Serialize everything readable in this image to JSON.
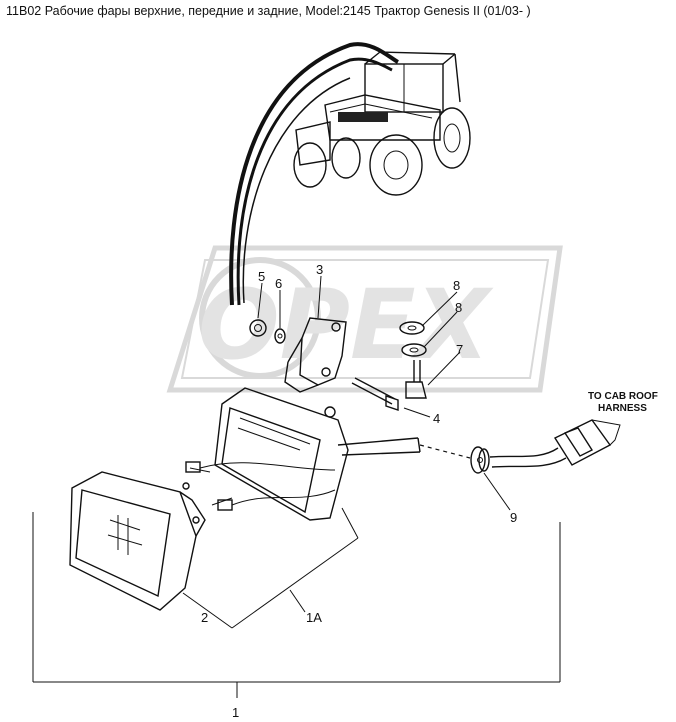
{
  "title": "11B02 Рабочие фары верхние, передние и задние, Model:2145 Трактор Genesis II (01/03- )",
  "watermark": "OPEX",
  "callouts": {
    "c1": "1",
    "c1A": "1A",
    "c2": "2",
    "c3": "3",
    "c4": "4",
    "c5": "5",
    "c6": "6",
    "c7": "7",
    "c8a": "8",
    "c8b": "8",
    "c9": "9"
  },
  "harness_label": {
    "line1": "TO CAB ROOF",
    "line2": "HARNESS"
  }
}
